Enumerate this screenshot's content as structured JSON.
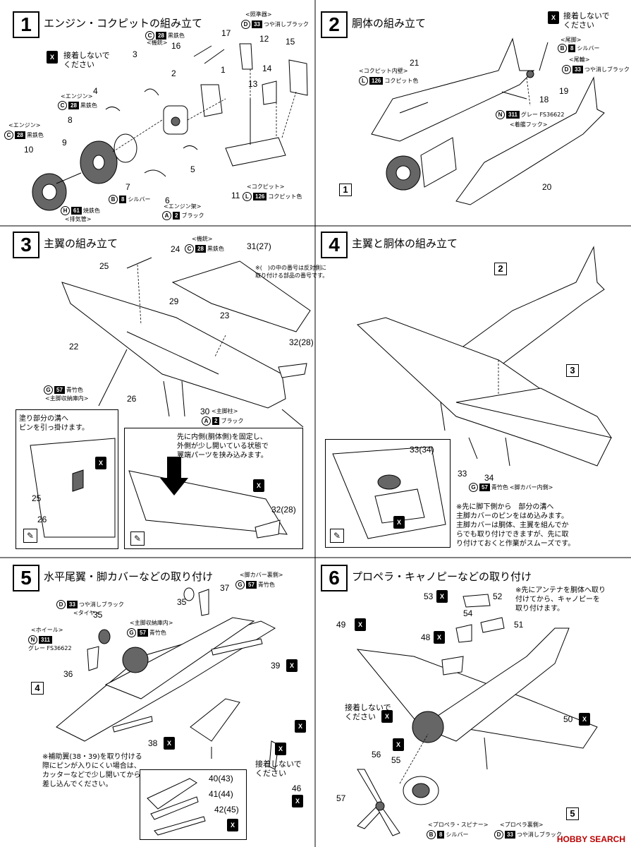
{
  "steps": [
    {
      "num": "1",
      "title": "エンジン・コクピットの組み立て"
    },
    {
      "num": "2",
      "title": "胴体の組み立て"
    },
    {
      "num": "3",
      "title": "主翼の組み立て"
    },
    {
      "num": "4",
      "title": "主翼と胴体の組み立て"
    },
    {
      "num": "5",
      "title": "水平尾翼・脚カバーなどの取り付け"
    },
    {
      "num": "6",
      "title": "プロペラ・キャノピーなどの取り付け"
    }
  ],
  "glue_icon": "X",
  "step1": {
    "no_glue": "接着しないで\nください",
    "parts": [
      "16",
      "17",
      "12",
      "15",
      "14",
      "13",
      "3",
      "2",
      "1",
      "4",
      "8",
      "9",
      "10",
      "7",
      "5",
      "6",
      "11"
    ],
    "paint_machinegun": {
      "label": "<機銃>",
      "letter": "C",
      "code": "28",
      "name": "黒鉄色"
    },
    "paint_sight": {
      "label": "<照準器>",
      "letter": "D",
      "code": "33",
      "name": "つや消しブラック"
    },
    "paint_engine": {
      "label": "<エンジン>",
      "letter": "C",
      "code": "28",
      "name": "黒鉄色"
    },
    "paint_engine2": {
      "label": "<エンジン>",
      "letter": "C",
      "code": "28",
      "name": "黒鉄色"
    },
    "paint_silver": {
      "letter": "B",
      "code": "8",
      "name": "シルバー"
    },
    "paint_exhaust": {
      "letter": "H",
      "code": "61",
      "name": "焼鉄色",
      "label": "<排気管>"
    },
    "paint_mount": {
      "label": "<エンジン架>",
      "letter": "A",
      "code": "2",
      "name": "ブラック"
    },
    "paint_cockpit": {
      "label": "<コクピット>",
      "letter": "L",
      "code": "126",
      "name": "コクピット色"
    }
  },
  "step2": {
    "no_glue": "接着しないで\nください",
    "parts": [
      "21",
      "18",
      "19",
      "20"
    ],
    "ref": "1",
    "paint_cockpit_inner": {
      "label": "<コクピット内壁>",
      "letter": "L",
      "code": "126",
      "name": "コクピット色"
    },
    "paint_tailwheel_leg": {
      "label": "<尾脚>",
      "letter": "B",
      "code": "8",
      "name": "シルバー"
    },
    "paint_tailwheel": {
      "label": "<尾輪>",
      "letter": "D",
      "code": "33",
      "name": "つや消しブラック"
    },
    "paint_hook": {
      "letter": "N",
      "code": "311",
      "name": "グレー FS36622",
      "label": "<着艦フック>"
    }
  },
  "step3": {
    "parts": [
      "24",
      "31(27)",
      "25",
      "29",
      "23",
      "22",
      "32(28)",
      "26",
      "30"
    ],
    "paint_gun": {
      "label": "<機銃>",
      "letter": "C",
      "code": "28",
      "name": "黒鉄色"
    },
    "paint_wheelwell": {
      "letter": "G",
      "code": "57",
      "name": "青竹色",
      "label": "<主脚収納庫内>"
    },
    "paint_gear": {
      "label": "<主脚柱>",
      "letter": "A",
      "code": "2",
      "name": "ブラック"
    },
    "note_mirror": "※(　)の中の番号は反対側に\n取り付ける部品の番号です。",
    "detail_left_note": "塗り部分の溝へ\nピンを引っ掛けます。",
    "detail_left_parts": [
      "25",
      "26"
    ],
    "detail_right_note": "先に内側(胴体側)を固定し、\n外側が少し開いている状態で\n翼端パーツを挟み込みます。",
    "detail_right_part": "32(28)"
  },
  "step4": {
    "refs": [
      "2",
      "3"
    ],
    "parts": [
      "33(34)",
      "33",
      "34"
    ],
    "paint_cover": {
      "letter": "G",
      "code": "57",
      "name": "青竹色",
      "label": "<脚カバー内側>"
    },
    "note": "※先に脚下側から　部分の溝へ\n主脚カバーのピンをはめ込みます。\n主脚カバーは胴体、主翼を組んでか\nらでも取り付けできますが、先に取\nり付けておくと作業がスムーズです。"
  },
  "step5": {
    "parts": [
      "35",
      "37",
      "36",
      "39",
      "38",
      "35",
      "46",
      "40(43)",
      "41(44)",
      "42(45)"
    ],
    "ref": "4",
    "paint_tire": {
      "letter": "D",
      "code": "33",
      "name": "つや消しブラック",
      "label": "<タイヤ>"
    },
    "paint_wheel": {
      "label": "<ホイール>",
      "letter": "N",
      "code": "311",
      "name": "グレー FS36622"
    },
    "paint_wheelwell": {
      "label": "<主脚収納庫内>",
      "letter": "G",
      "code": "57",
      "name": "青竹色"
    },
    "paint_cover_back": {
      "label": "<脚カバー裏側>",
      "letter": "G",
      "code": "57",
      "name": "青竹色"
    },
    "no_glue": "接着しないで\nください",
    "note": "※補助翼(38・39)を取り付ける\n際にピンが入りにくい場合は、\nカッターなどで少し開いてから\n差し込んでください。"
  },
  "step6": {
    "parts": [
      "53",
      "52",
      "49",
      "54",
      "51",
      "48",
      "50",
      "56",
      "55",
      "57"
    ],
    "ref": "5",
    "note": "※先にアンテナを胴体へ取り\n付けてから、キャノピーを\n取り付けます。",
    "no_glue": "接着しないで\nください",
    "paint_spinner": {
      "label": "<プロペラ・スピナー>",
      "letter": "B",
      "code": "8",
      "name": "シルバー"
    },
    "paint_prop_back": {
      "label": "<プロペラ裏側>",
      "letter": "D",
      "code": "33",
      "name": "つや消しブラック"
    }
  },
  "watermark": "HOBBY SEARCH"
}
